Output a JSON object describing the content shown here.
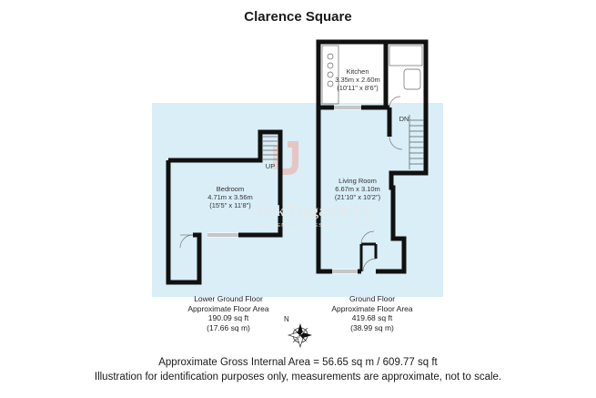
{
  "title": "Clarence Square",
  "rooms": {
    "kitchen": {
      "name": "Kitchen",
      "metric": "3.35m x 2.60m",
      "imperial": "(10'11\" x 8'6\")"
    },
    "living": {
      "name": "Living Room",
      "metric": "6.67m x 3.10m",
      "imperial": "(21'10\" x 10'2\")"
    },
    "bedroom": {
      "name": "Bedroom",
      "metric": "4.71m x 3.56m",
      "imperial": "(15'5\" x 11'8\")"
    }
  },
  "stairs": {
    "up": "UP",
    "down": "DN"
  },
  "floors": {
    "lower": {
      "name": "Lower Ground Floor",
      "caption": "Approximate Floor Area",
      "sqft": "190.09 sq ft",
      "sqm": "(17.66 sq m)"
    },
    "ground": {
      "name": "Ground Floor",
      "caption": "Approximate Floor Area",
      "sqft": "419.68 sq ft",
      "sqm": "(38.99 sq m)"
    }
  },
  "watermark": {
    "brand": "Jack Taggart & Co",
    "tagline": "RESIDENTIAL SALES AND LETTINGS"
  },
  "compass": {
    "north": "N"
  },
  "footer": {
    "gross": "Approximate Gross Internal Area = 56.65 sq m / 609.77 sq ft",
    "disclaimer": "Illustration for identification purposes only, measurements are approximate, not to scale."
  },
  "colors": {
    "shade": "#d9eef7",
    "wall": "#111111",
    "watermark": "#e8e8e8",
    "logo_red": "#f2a79a"
  }
}
